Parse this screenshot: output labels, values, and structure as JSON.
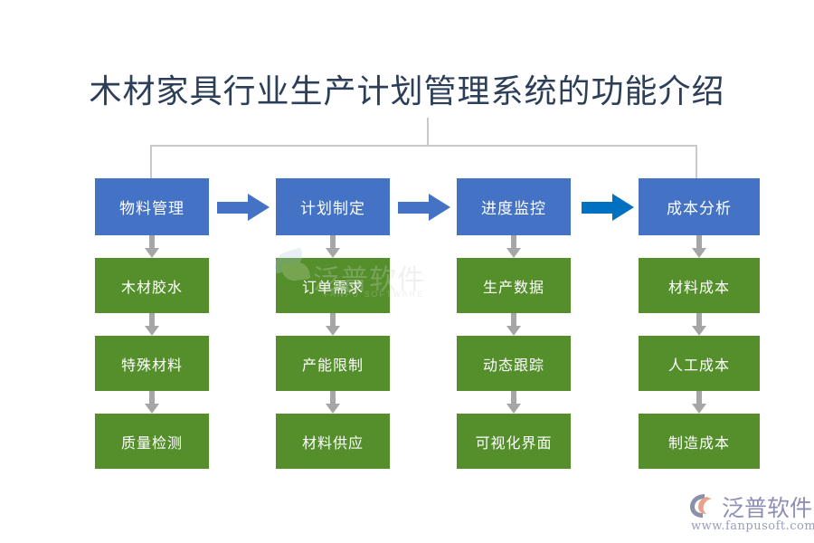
{
  "page": {
    "title": "木材家具行业生产计划管理系统的功能介绍",
    "background_color": "#ffffff"
  },
  "colors": {
    "title_text": "#2c3e58",
    "head_box": "#4472C4",
    "sub_box": "#548F2C",
    "connector_gray": "#C9C9C9",
    "arrow_gray": "#A6A6A6",
    "arrow_blue": "#4472C4",
    "arrow_blue_accent": "#0070C0",
    "brand_text": "#8D8FB5"
  },
  "diagram": {
    "columns": [
      {
        "head": "物料管理",
        "items": [
          "木材胶水",
          "特殊材料",
          "质量检测"
        ]
      },
      {
        "head": "计划制定",
        "items": [
          "订单需求",
          "产能限制",
          "材料供应"
        ]
      },
      {
        "head": "进度监控",
        "items": [
          "生产数据",
          "动态跟踪",
          "可视化界面"
        ]
      },
      {
        "head": "成本分析",
        "items": [
          "材料成本",
          "人工成本",
          "制造成本"
        ]
      }
    ],
    "flow_arrows": [
      {
        "from": "物料管理",
        "to": "计划制定",
        "color": "#4472C4"
      },
      {
        "from": "计划制定",
        "to": "进度监控",
        "color": "#4472C4"
      },
      {
        "from": "进度监控",
        "to": "成本分析",
        "color": "#0070C0"
      }
    ]
  },
  "watermark": {
    "text": "泛普软件",
    "subtext": "FANPU SOFTWARE"
  },
  "brand": {
    "name": "泛普软件",
    "url": "www.fanpusoft.com"
  }
}
